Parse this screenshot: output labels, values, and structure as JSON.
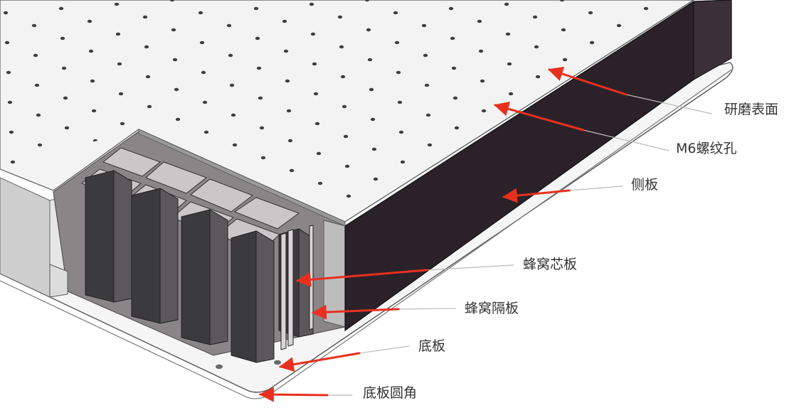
{
  "callouts": [
    {
      "id": "grinding-surface",
      "label": "研磨表面"
    },
    {
      "id": "m6-hole",
      "label": "M6螺纹孔"
    },
    {
      "id": "side-panel",
      "label": "侧板"
    },
    {
      "id": "honeycomb-core",
      "label": "蜂窝芯板"
    },
    {
      "id": "honeycomb-divider",
      "label": "蜂窝隔板"
    },
    {
      "id": "base-plate",
      "label": "底板"
    },
    {
      "id": "base-fillet",
      "label": "底板圆角"
    }
  ],
  "colors": {
    "arrow": "#e8301e",
    "leader": "#bbbbbb",
    "label": "#333333",
    "top_surface": "#f3f3f3",
    "side_panel": "#2a2228",
    "core_dark": "#3b3a3c",
    "core_light": "#8a8688",
    "base_plate": "#f5f5f5",
    "hole": "#3e3e3e"
  },
  "icons": {
    "arrowhead": "red-arrowhead-icon"
  }
}
